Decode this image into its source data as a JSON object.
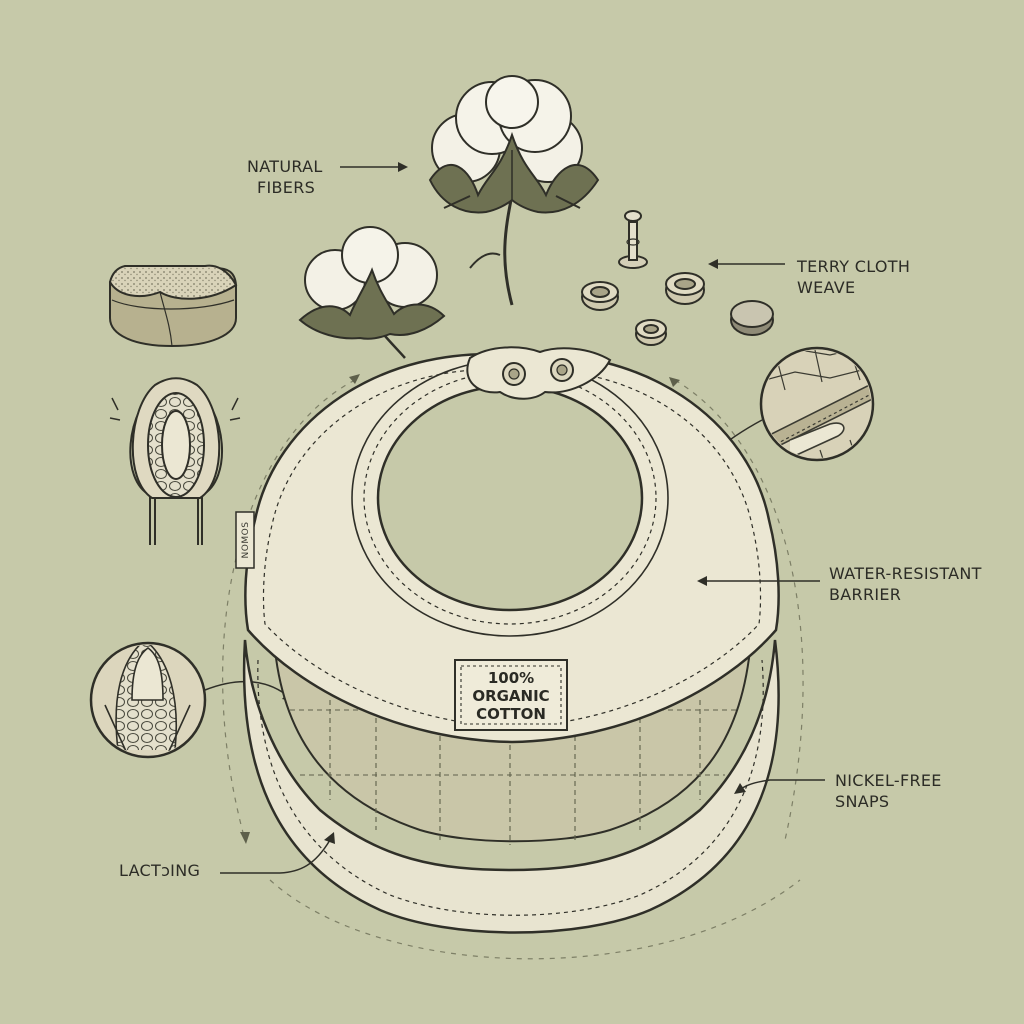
{
  "callouts": {
    "natural_fibers": [
      "NATURAL",
      "FIBERS"
    ],
    "terry_cloth": [
      "TERRY CLOTH",
      "WEAVE"
    ],
    "water_resistant": [
      "WATER-RESISTANT",
      "BARRIER"
    ],
    "nickel_free": [
      "NICKEL-FREE",
      "SNAPS"
    ],
    "lacting": [
      "LACTɔING"
    ]
  },
  "bib": {
    "tag_lines": [
      "100%",
      "ORGANIC",
      "COTTON"
    ],
    "brand_label": "NOMOS"
  },
  "colors": {
    "background": "#c6c9a9",
    "bib_fill": "#ebe7d3",
    "ink": "#2f2f28",
    "cotton": "#f3f1e6",
    "bract": "#6e7152"
  }
}
